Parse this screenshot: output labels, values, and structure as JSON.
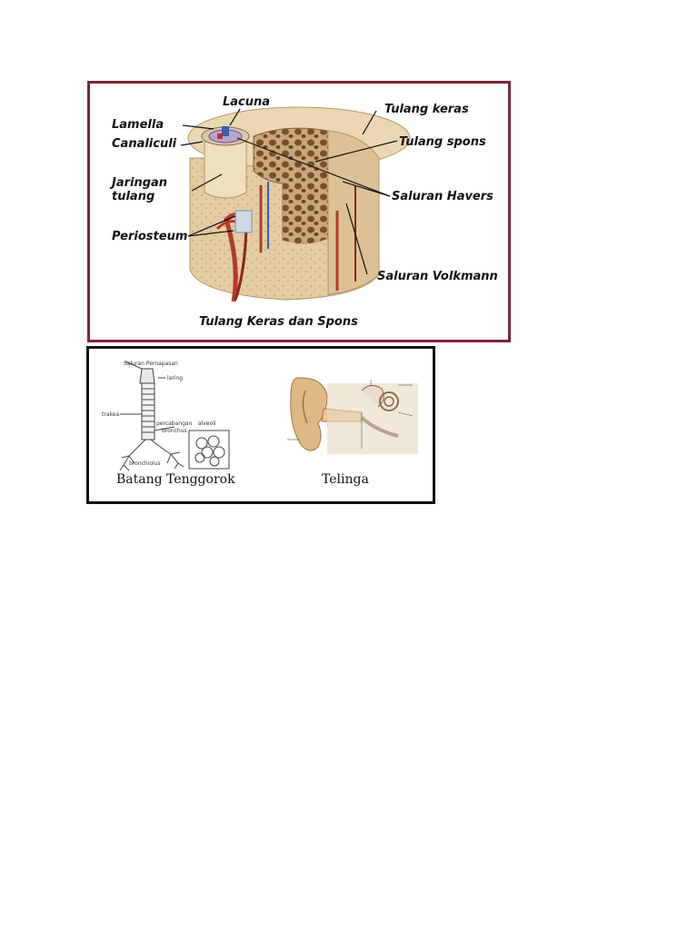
{
  "bone": {
    "caption": "Tulang Keras dan Spons",
    "labels": {
      "lacuna": "Lacuna",
      "lamella": "Lamella",
      "canaliculi": "Canaliculi",
      "jaringan_1": "Jaringan",
      "jaringan_2": "tulang",
      "periosteum": "Periosteum",
      "tulang_keras": "Tulang keras",
      "tulang_spons": "Tulang spons",
      "saluran_havers": "Saluran Havers",
      "saluran_volkmann": "Saluran Volkmann"
    }
  },
  "respiratory": {
    "caption": "Batang Tenggorok",
    "labels": {
      "saluran": "Saluran Pernapasan",
      "laring": "laring",
      "trakea": "trakea",
      "percabangan": "percabangan",
      "alveoli": "alveoli",
      "bronchus": "bronchus",
      "bronchiolus": "bronchiolus"
    }
  },
  "ear": {
    "caption": "Telinga"
  },
  "colors": {
    "bone_border": "#7a2a3a",
    "organ_border": "#111111",
    "bone_tan": "#e6d2ac",
    "blood_red": "#b43a2a",
    "ear_skin": "#dfb985"
  }
}
